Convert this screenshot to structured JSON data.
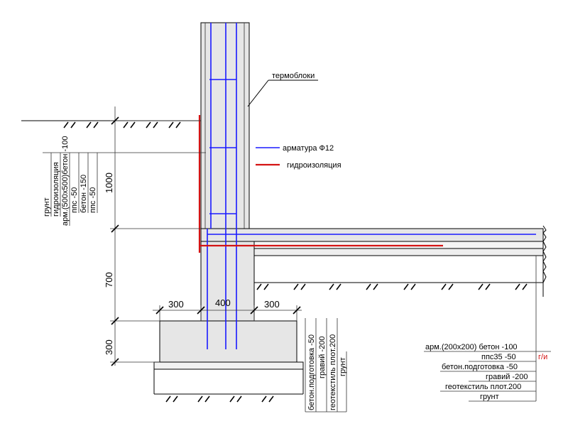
{
  "labels": {
    "thermoblocks": "термоблоки",
    "rebar": "арматура Ф12",
    "waterproofing": "гидроизоляция"
  },
  "dimensions": {
    "height_top": "1000",
    "height_mid": "700",
    "height_bottom": "300",
    "width_left": "300",
    "width_center": "400",
    "width_right": "300"
  },
  "left_layers": [
    "грунт",
    "гидроизоляция",
    "арм.(500х500)бетон -100",
    "ппс -50",
    "бетон -150",
    "ппс -50"
  ],
  "center_layers": [
    "бетон.подготовка -50",
    "гравий -200",
    "геотекстиль плот.200",
    "грунт"
  ],
  "floor_layers": [
    "арм.(200х200) бетон  -100",
    "ппс35   -50",
    "бетон.подготовка  -50",
    "гравий    -200",
    "геотекстиль плот.200",
    "грунт"
  ],
  "floor_tag": "г/и",
  "colors": {
    "rebar": "#1a1aff",
    "waterproofing": "#d41313",
    "concrete": "#e6e6e6"
  }
}
